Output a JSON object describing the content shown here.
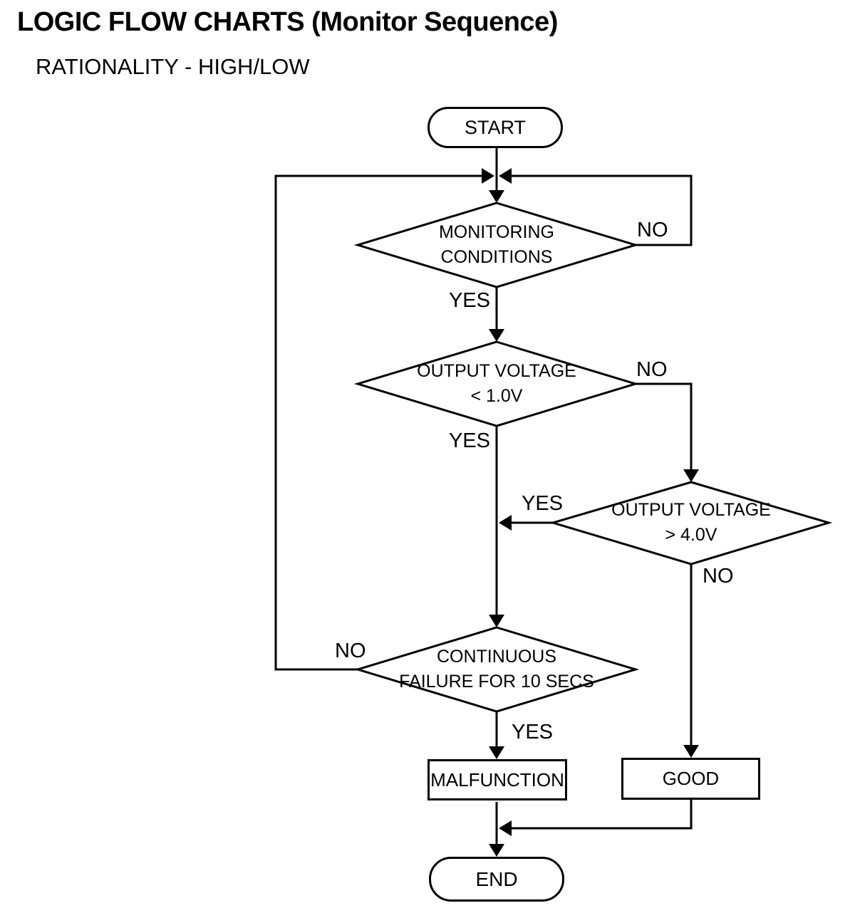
{
  "page": {
    "title": "LOGIC FLOW CHARTS (Monitor Sequence)",
    "subtitle": "RATIONALITY - HIGH/LOW"
  },
  "nodes": {
    "start": {
      "label": "START"
    },
    "monitoring": {
      "line1": "MONITORING",
      "line2": "CONDITIONS"
    },
    "voltage_low": {
      "line1": "OUTPUT VOLTAGE",
      "line2": "< 1.0V"
    },
    "voltage_high": {
      "line1": "OUTPUT VOLTAGE",
      "line2": "> 4.0V"
    },
    "continuous_failure": {
      "line1": "CONTINUOUS",
      "line2": "FAILURE FOR 10 SECS"
    },
    "malfunction": {
      "label": "MALFUNCTION"
    },
    "good": {
      "label": "GOOD"
    },
    "end": {
      "label": "END"
    }
  },
  "edge_labels": {
    "monitoring_yes": "YES",
    "monitoring_no": "NO",
    "voltage_low_yes": "YES",
    "voltage_low_no": "NO",
    "voltage_high_yes": "YES",
    "voltage_high_no": "NO",
    "continuous_failure_yes": "YES",
    "continuous_failure_no": "NO"
  },
  "colors": {
    "line": "#000000",
    "fill": "#ffffff",
    "text": "#000000"
  }
}
